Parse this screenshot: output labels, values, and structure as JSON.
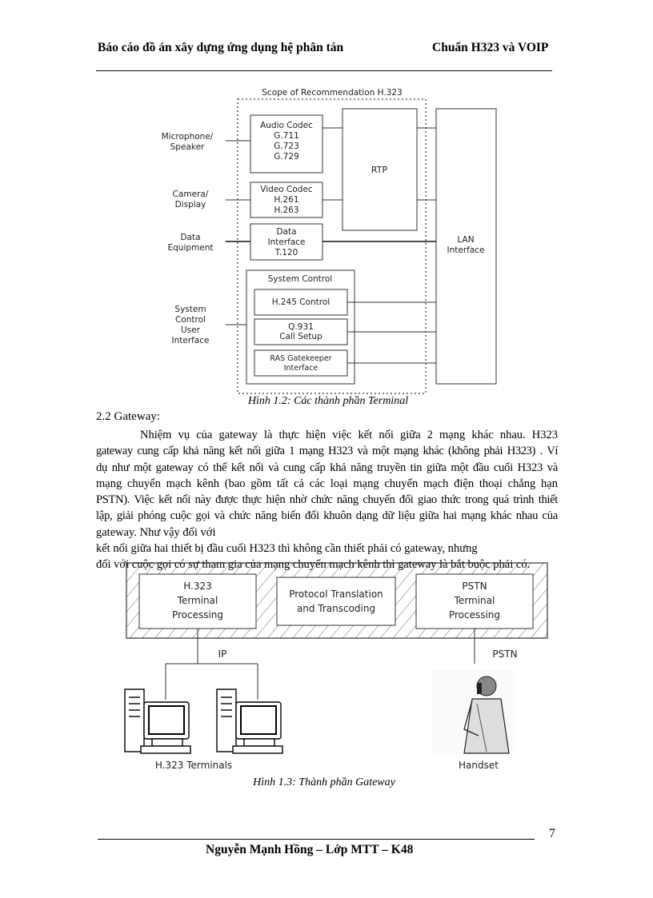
{
  "header": {
    "left": "Báo cáo đồ án xây dựng ứng dụng hệ phân tán",
    "right": "Chuẩn H323 và VOIP"
  },
  "figure1": {
    "scope_label": "Scope of Recommendation H.323",
    "left_labels": {
      "mic": [
        "Microphone/",
        "Speaker"
      ],
      "camera": [
        "Camera/",
        "Display"
      ],
      "data": [
        "Data",
        "Equipment"
      ],
      "system": [
        "System",
        "Control",
        "User",
        "Interface"
      ]
    },
    "audio_codec": [
      "Audio Codec",
      "G.711",
      "G.723",
      "G.729"
    ],
    "video_codec": [
      "Video Codec",
      "H.261",
      "H.263"
    ],
    "data_interface": [
      "Data",
      "Interface",
      "T.120"
    ],
    "rtp": "RTP",
    "lan": [
      "LAN",
      "Interface"
    ],
    "system_control": "System Control",
    "h245": "H.245 Control",
    "q931": [
      "Q.931",
      "Call Setup"
    ],
    "ras": [
      "RAS Gatekeeper",
      "Interface"
    ],
    "caption": "Hình 1.2: Các thành phần Terminal"
  },
  "section": {
    "heading": "2.2 Gateway:",
    "justified_lines": [
      "Nhiệm vụ của gateway là thực hiện việc kết nối giữa 2 mạng khác nhau. H323",
      "gateway cung cấp khả năng kết nối giữa 1 mạng H323 và một mạng khác (không phải H323) . Ví",
      "dụ như một gateway có thể kết nối và cung cấp khả năng truyền tin giữa một đầu cuối H323 và",
      "mạng chuyển mạch kênh (bao gồm tất cả các loại mạng chuyển mạch điện thoại chẳng hạn",
      "PSTN). Việc kết nối này được thực hiện nhờ chức năng chuyển đổi giao thức trong quá trình thiết",
      "lập, giải phóng cuộc gọi và chức năng biến đổi khuôn dạng dữ liệu giữa hai mạng khác nhau của"
    ],
    "plain_lines": [
      "gateway. Như vậy đối với",
      "kết nối giữa hai thiết bị đầu cuối H323 thì không cần thiết phải có gateway, nhưng",
      "đối với cuộc gọi có sự tham gia của mạng chuyển mạch kênh thì gateway là bắt buộc phải có."
    ]
  },
  "figure2": {
    "h323_box": [
      "H.323",
      "Terminal",
      "Processing"
    ],
    "protocol_box": [
      "Protocol Translation",
      "and Transcoding"
    ],
    "pstn_box": [
      "PSTN",
      "Terminal",
      "Processing"
    ],
    "ip_label": "IP",
    "pstn_label": "PSTN",
    "terminals_label": "H.323 Terminals",
    "handset_label": "Handset",
    "caption": "Hình 1.3: Thành phần Gateway"
  },
  "footer": {
    "page_number": "7",
    "author": "Nguyễn Mạnh Hồng – Lớp MTT – K48"
  }
}
